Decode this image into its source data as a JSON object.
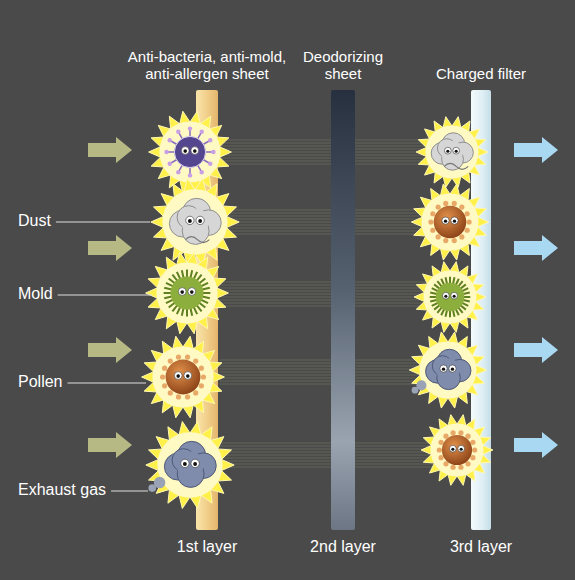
{
  "diagram": {
    "nodes": [
      {
        "text": [
          "Anti-bacteria, anti-mold, anti-allergen sheet",
          "1st layer"
        ]
      },
      {
        "text": [
          "Deodorizing sheet",
          "2nd layer"
        ]
      },
      {
        "text": [
          "Charged filter",
          "3rd layer"
        ]
      }
    ],
    "labels": [
      "Dust",
      "Mold",
      "Pollen",
      "Exhaust gas"
    ]
  }
}
